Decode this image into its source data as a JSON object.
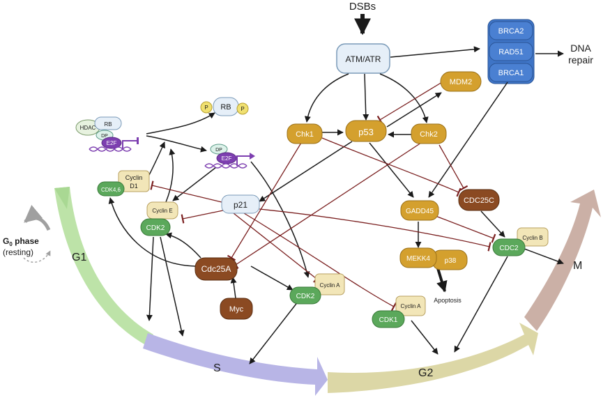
{
  "colors": {
    "gold": "#D4A02E",
    "brown": "#8B4A22",
    "green": "#5BA85B",
    "cream": "#F2E6B8",
    "lightblue": "#E6EFF8",
    "blue": "#3E74C6",
    "purple": "#7D3FB0",
    "inhibit": "#7A1F1F",
    "g1": "#BDE3A8",
    "s": "#B8B5E6",
    "g2": "#DCD7A6",
    "m": "#CBB0A6"
  },
  "top": {
    "dsbs": "DSBs",
    "atm_atr": "ATM/ATR"
  },
  "repair": {
    "brca2": "BRCA2",
    "rad51": "RAD51",
    "brca1": "BRCA1",
    "label_line1": "DNA",
    "label_line2": "repair"
  },
  "checkpoint": {
    "mdm2": "MDM2",
    "chk1": "Chk1",
    "p53": "p53",
    "chk2": "Chk2",
    "cdc25c": "CDC25C",
    "gadd45": "GADD45",
    "mekk4": "MEKK4",
    "p38": "p38",
    "apoptosis": "Apoptosis",
    "cdc2": "CDC2",
    "cyclin_b": "Cyclin B",
    "p21": "p21",
    "cdc25a": "Cdc25A",
    "myc": "Myc",
    "cdk2_mid": "CDK2",
    "cyclin_a_mid": "Cyclin A",
    "cdk1": "CDK1",
    "cyclin_a_right": "Cyclin A"
  },
  "rb_complex": {
    "hdac": "HDAC",
    "rb": "RB",
    "dp": "DP",
    "e2f": "E2F",
    "p_left": "P",
    "p_right": "P",
    "rb_free": "RB",
    "dp_free": "DP",
    "e2f_free": "E2F",
    "cyclin_d1_line1": "Cyclin",
    "cyclin_d1_line2": "D1",
    "cdk46": "CDK4,6",
    "cyclin_e": "Cyclin E",
    "cdk2_left": "CDK2"
  },
  "phases": {
    "g1": "G1",
    "s": "S",
    "g2": "G2",
    "m": "M",
    "g0_main": "G",
    "g0_sub": "0",
    "g0_rest": " phase",
    "resting": "(resting)"
  }
}
